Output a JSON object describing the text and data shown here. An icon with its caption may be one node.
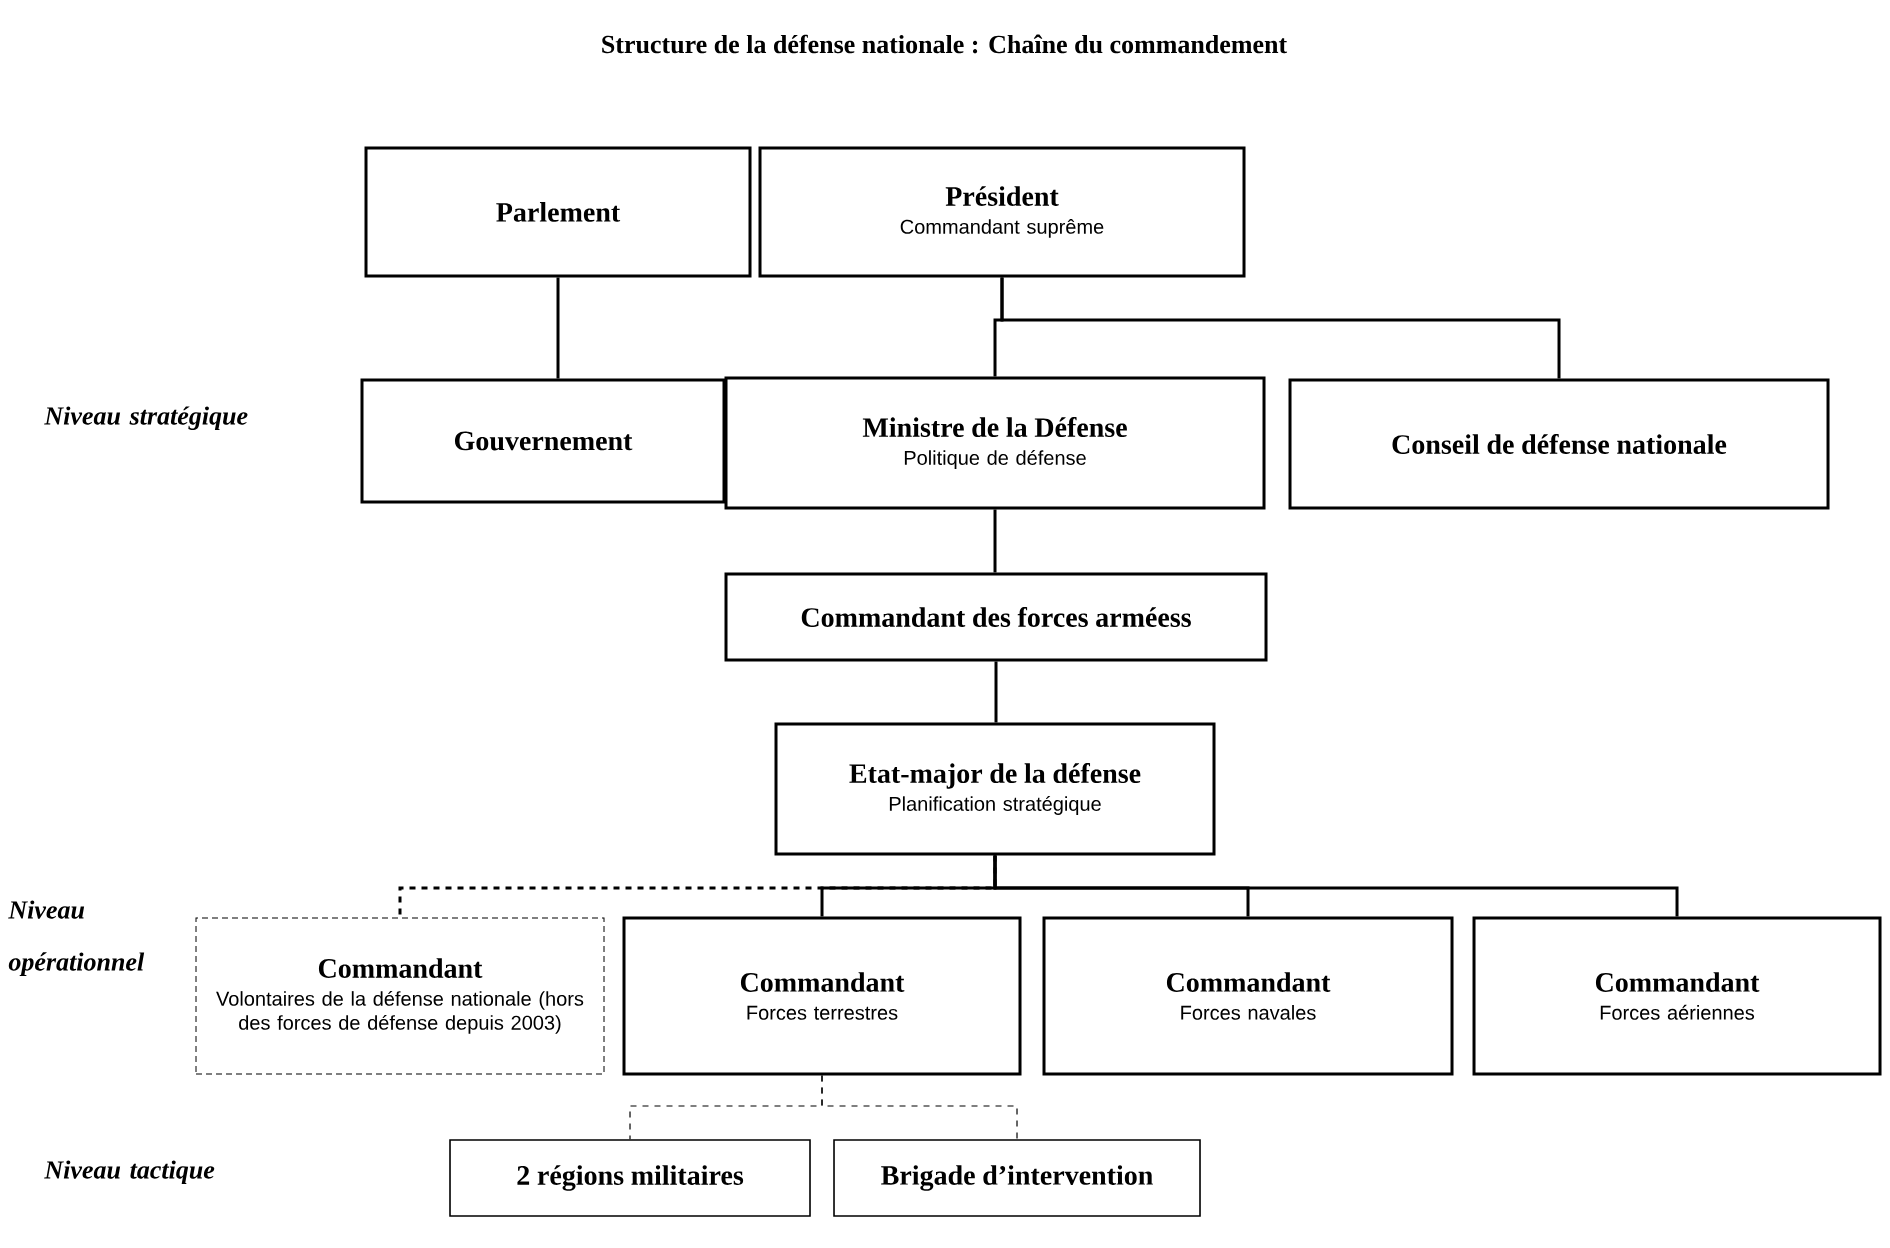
{
  "diagram": {
    "title": "Structure de la défense nationale : Chaîne du commandement",
    "nodes": [
      {
        "text": [
          "Parlement"
        ]
      },
      {
        "text": [
          "Président",
          "Commandant suprême"
        ]
      },
      {
        "text": [
          "Gouvernement"
        ]
      },
      {
        "text": [
          "Ministre de la Défense",
          "Politique de défense"
        ]
      },
      {
        "text": [
          "Conseil de défense nationale"
        ]
      },
      {
        "text": [
          "Commandant des forces arméess"
        ]
      },
      {
        "text": [
          "Etat-major de la défense",
          "Planification stratégique"
        ]
      },
      {
        "text": [
          "Commandant",
          "Volontaires de la défense nationale (hors des forces de défense depuis 2003)"
        ]
      },
      {
        "text": [
          "Commandant",
          "Forces terrestres"
        ]
      },
      {
        "text": [
          "Commandant",
          "Forces navales"
        ]
      },
      {
        "text": [
          "Commandant",
          "Forces aériennes"
        ]
      },
      {
        "text": [
          "2 régions militaires"
        ]
      },
      {
        "text": [
          "Brigade d’intervention"
        ]
      }
    ],
    "edges": [
      {
        "from": 0,
        "to": 2,
        "arrow": "none"
      },
      {
        "from": 1,
        "to": 3,
        "arrow": "none"
      },
      {
        "from": 1,
        "to": 4,
        "arrow": "none"
      },
      {
        "from": 3,
        "to": 5,
        "arrow": "none"
      },
      {
        "from": 5,
        "to": 6,
        "arrow": "none"
      },
      {
        "from": 6,
        "to": 7,
        "arrow": "none",
        "style": "dashed"
      },
      {
        "from": 6,
        "to": 8,
        "arrow": "none"
      },
      {
        "from": 6,
        "to": 9,
        "arrow": "none"
      },
      {
        "from": 6,
        "to": 10,
        "arrow": "none"
      },
      {
        "from": 8,
        "to": 11,
        "arrow": "none",
        "style": "dashed"
      },
      {
        "from": 8,
        "to": 12,
        "arrow": "none",
        "style": "dashed"
      }
    ],
    "labels": [
      "Niveau stratégique",
      "Niveau opérationnel",
      "Niveau tactique"
    ]
  }
}
